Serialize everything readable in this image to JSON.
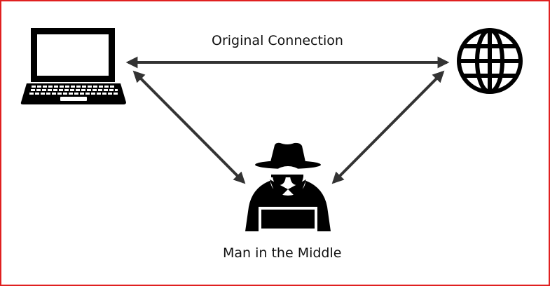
{
  "diagram": {
    "top_label": "Original Connection",
    "bottom_label": "Man in the Middle",
    "nodes": [
      {
        "id": "laptop",
        "icon": "laptop-icon"
      },
      {
        "id": "internet",
        "icon": "globe-icon"
      },
      {
        "id": "attacker",
        "icon": "hacker-icon"
      }
    ],
    "connections": [
      {
        "from": "laptop",
        "to": "internet",
        "label": "Original Connection",
        "bidirectional": true
      },
      {
        "from": "laptop",
        "to": "attacker",
        "bidirectional": true
      },
      {
        "from": "internet",
        "to": "attacker",
        "bidirectional": true
      }
    ],
    "colors": {
      "frame": "#e02020",
      "icon": "#000000",
      "arrow": "#333333"
    }
  }
}
